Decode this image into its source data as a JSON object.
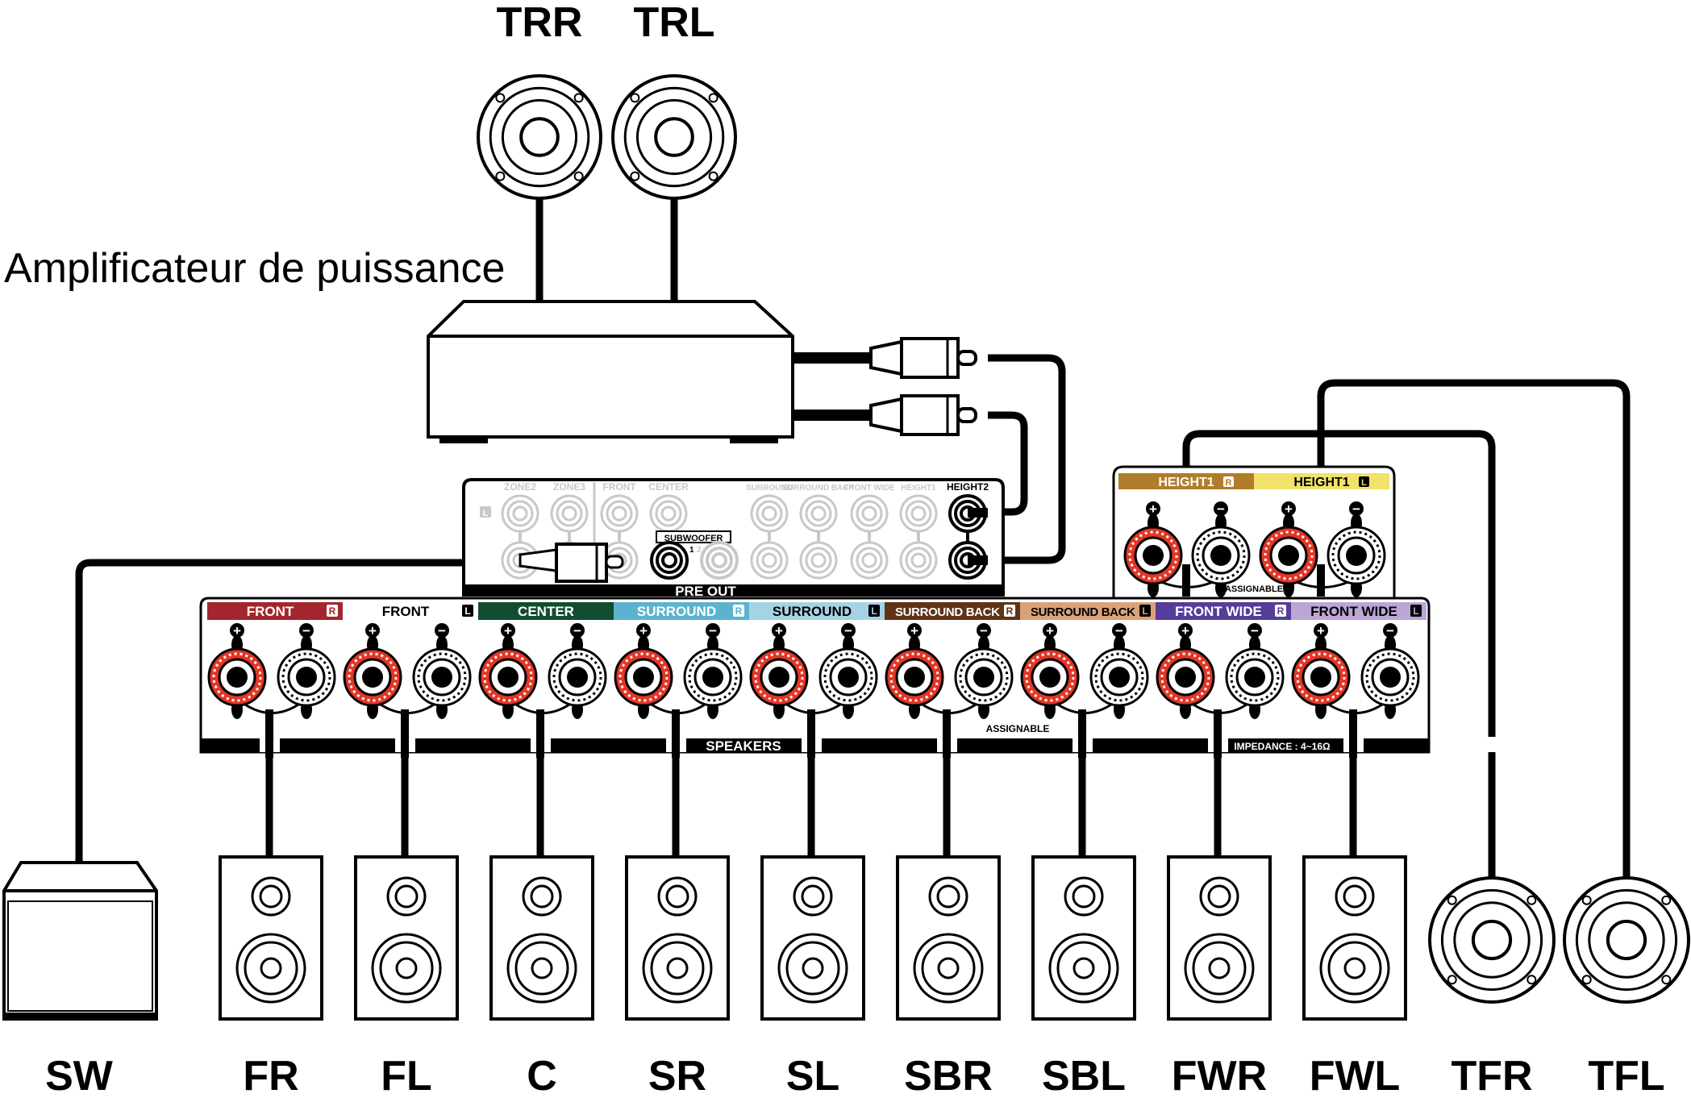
{
  "top_labels": {
    "trr": "TRR",
    "trl": "TRL"
  },
  "amplifier_label": "Amplificateur de puissance",
  "preout": {
    "jack_labels": [
      "ZONE2",
      "ZONE3",
      "FRONT",
      "CENTER",
      "SURROUND",
      "SURROUND BACK",
      "FRONT WIDE",
      "HEIGHT1",
      "HEIGHT2"
    ],
    "left_mark": "L",
    "subwoofer": "SUBWOOFER",
    "sub_1": "1",
    "sub_2": "2",
    "title": "PRE OUT"
  },
  "height_panel": {
    "channels": [
      {
        "text": "HEIGHT1",
        "side": "R",
        "color": "#b07d2a",
        "text_color": "#ffffff"
      },
      {
        "text": "HEIGHT1",
        "side": "L",
        "color": "#f0e26a",
        "text_color": "#000000"
      }
    ],
    "assignable": "ASSIGNABLE"
  },
  "speaker_panel": {
    "channels": [
      {
        "text": "FRONT",
        "side": "R",
        "color": "#a3262f",
        "text_color": "#ffffff"
      },
      {
        "text": "FRONT",
        "side": "L",
        "color": "#ffffff",
        "text_color": "#000000"
      },
      {
        "text": "CENTER",
        "side": "",
        "color": "#124d31",
        "text_color": "#ffffff"
      },
      {
        "text": "SURROUND",
        "side": "R",
        "color": "#5cb3cf",
        "text_color": "#ffffff"
      },
      {
        "text": "SURROUND",
        "side": "L",
        "color": "#a5d3e3",
        "text_color": "#000000"
      },
      {
        "text": "SURROUND BACK",
        "side": "R",
        "color": "#5f3316",
        "text_color": "#ffffff"
      },
      {
        "text": "SURROUND BACK",
        "side": "L",
        "color": "#d9a27a",
        "text_color": "#000000"
      },
      {
        "text": "FRONT WIDE",
        "side": "R",
        "color": "#553d99",
        "text_color": "#ffffff"
      },
      {
        "text": "FRONT WIDE",
        "side": "L",
        "color": "#bca6d6",
        "text_color": "#000000"
      }
    ],
    "plus": "+",
    "minus": "−",
    "speakers_label": "SPEAKERS",
    "assignable": "ASSIGNABLE",
    "impedance": "IMPEDANCE : 4~16Ω"
  },
  "speakers_bottom": [
    "SW",
    "FR",
    "FL",
    "C",
    "SR",
    "SL",
    "SBR",
    "SBL",
    "FWR",
    "FWL",
    "TFR",
    "TFL"
  ],
  "colors": {
    "terminal_positive": "#e33626",
    "cable": "#000000",
    "inactive_jack": "#c8c8c8"
  }
}
